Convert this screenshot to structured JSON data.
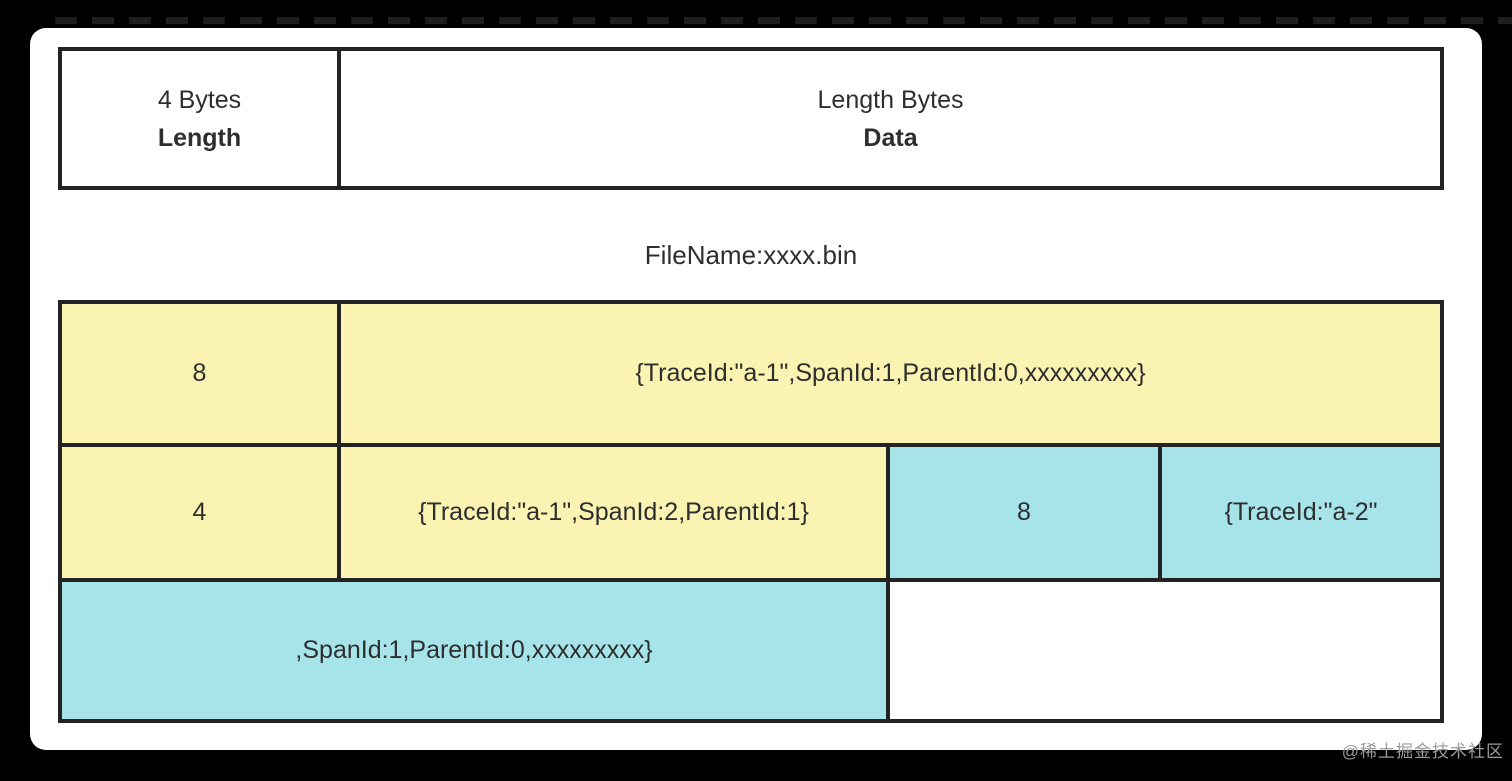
{
  "header": {
    "length_box": {
      "line1": "4 Bytes",
      "line2": "Length"
    },
    "data_box": {
      "line1": "Length Bytes",
      "line2": "Data"
    }
  },
  "filename_label": "FileName:xxxx.bin",
  "file_table": {
    "rows": [
      {
        "cells": [
          {
            "text": "8",
            "fill": "yellow"
          },
          {
            "text": "{TraceId:\"a-1\",SpanId:1,ParentId:0,xxxxxxxxx}",
            "fill": "yellow"
          }
        ]
      },
      {
        "cells": [
          {
            "text": "4",
            "fill": "yellow"
          },
          {
            "text": "{TraceId:\"a-1\",SpanId:2,ParentId:1}",
            "fill": "yellow"
          },
          {
            "text": "8",
            "fill": "cyan"
          },
          {
            "text": "{TraceId:\"a-2\"",
            "fill": "cyan"
          }
        ]
      },
      {
        "cells": [
          {
            "text": ",SpanId:1,ParentId:0,xxxxxxxxx}",
            "fill": "cyan"
          },
          {
            "text": "",
            "fill": "white"
          }
        ]
      }
    ]
  },
  "colors": {
    "yellow": "#faf3b2",
    "cyan": "#a6e4ea",
    "white": "#ffffff",
    "border": "#232323",
    "background": "#000000"
  },
  "watermark": "@稀土掘金技术社区"
}
